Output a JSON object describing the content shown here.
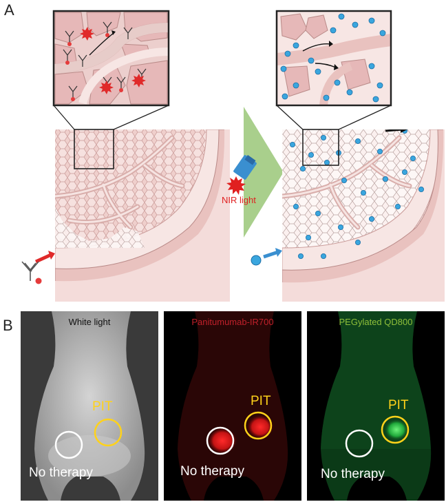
{
  "panel_a": {
    "letter": "A",
    "light_label": "NIR light",
    "icons": [
      "antibody-conjugate-icon",
      "nanoparticle-icon",
      "nir-light-source-icon",
      "transition-arrow-icon"
    ]
  },
  "panel_b": {
    "letter": "B",
    "images": [
      {
        "title": "White light",
        "title_color": "#111111",
        "treated_label": "PIT",
        "control_label": "No therapy",
        "background": "#3a3a3a",
        "body_color": "#b9b9b9"
      },
      {
        "title": "Panitumumab-IR700",
        "title_color": "#c0202a",
        "treated_label": "PIT",
        "control_label": "No therapy",
        "background": "#000000",
        "body_color": "#3a0a0a"
      },
      {
        "title": "PEGylated QD800",
        "title_color": "#8fbf3a",
        "treated_label": "PIT",
        "control_label": "No therapy",
        "background": "#000000",
        "body_color": "#0b3a17"
      }
    ]
  },
  "colors": {
    "tissue": "#f4dcda",
    "vessel": "#e9c2bf",
    "cell": "#e6b4b4",
    "particle": "#3aa6de",
    "arrow_red": "#e02a2a",
    "arrow_green": "#a9cf8c",
    "circle_yellow": "#ffd21a"
  }
}
